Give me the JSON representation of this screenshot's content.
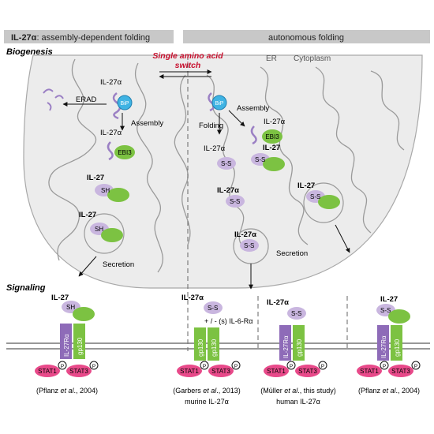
{
  "header": {
    "left_prefix": "IL-27α",
    "left_rest": ": assembly-dependent folding",
    "right": "autonomous folding"
  },
  "biogenesis": {
    "title": "Biogenesis",
    "switch_line1": "Single amino acid",
    "switch_line2": "switch",
    "er_label": "ER",
    "cytoplasm_label": "Cytoplasm",
    "erad_label": "ERAD",
    "il27a_label": "IL-27α",
    "bip_label": "BiP",
    "assembly_label": "Assembly",
    "folding_label": "Folding",
    "ebi3_label": "EBI3",
    "il27_label": "IL-27",
    "sh_label": "SH",
    "ss_label": "S-S",
    "secretion_label": "Secretion"
  },
  "signaling": {
    "title": "Signaling",
    "il27_label": "IL-27",
    "il27a_label": "IL-27α",
    "il6r_label": "+ / - (s) IL-6-Rα",
    "il27ra_label": "IL-27Rα",
    "gp130_label": "gp130",
    "stat1_label": "STAT1",
    "stat3_label": "STAT3",
    "p_label": "P",
    "ref1_author": "Pflanz",
    "ref1_etal": "et al",
    "ref1_year": "., 2004)",
    "ref2_author": "Garbers",
    "ref2_etal": "et al",
    "ref2_year": "., 2013)",
    "ref2_sub": "murine IL-27α",
    "ref3_author": "Müller",
    "ref3_etal": "et al",
    "ref3_year": "., this study)",
    "ref3_sub": "human IL-27α",
    "ref4_author": "Pflanz",
    "ref4_etal": "et al",
    "ref4_year": "., 2004)"
  },
  "colors": {
    "header_bg": "#c8c8c8",
    "cell_fill": "#ececec",
    "cell_stroke": "#a8a8a8",
    "er_stroke": "#9a9a9a",
    "il27a_purple": "#c9b6df",
    "il27a_stroke": "#9b80c4",
    "bip_blue": "#3fb3e3",
    "ebi3_green": "#7cc242",
    "receptor_purple": "#8e6bb8",
    "gp130_green": "#7cc242",
    "stat_pink": "#e84a8a",
    "switch_red": "#c8102e"
  }
}
